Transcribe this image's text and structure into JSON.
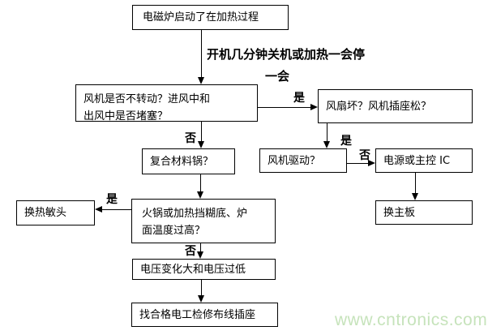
{
  "flowchart": {
    "nodes": {
      "start": {
        "text": "电磁炉启动了在加热过程"
      },
      "fan_check": {
        "line1": "风机是否不转动？进风中和",
        "line2": "出风中是否堵塞？"
      },
      "fan_broken": {
        "text": "风扇坏？风机插座松？"
      },
      "fan_drive": {
        "text": "风机驱动？"
      },
      "power_ic": {
        "text": "电源或主控 IC"
      },
      "replace_mainboard": {
        "text": "换主板"
      },
      "composite_pot": {
        "text": "复合材料锅？"
      },
      "overheat": {
        "line1": "火锅或加热挡糊底、炉",
        "line2": "面温度过高？"
      },
      "replace_sensor": {
        "text": "换热敏头"
      },
      "voltage": {
        "text": "电压变化大和电压过低"
      },
      "electrician": {
        "text": "找合格电工检修布线插座"
      }
    },
    "annotations": {
      "symptom_line1": "开机几分钟关机或加热一会停",
      "symptom_line2": "一会"
    },
    "branch_labels": {
      "yes": "是",
      "no": "否"
    },
    "watermark": {
      "text": "www.cntronics.com",
      "color": "#c6e3bb"
    }
  }
}
